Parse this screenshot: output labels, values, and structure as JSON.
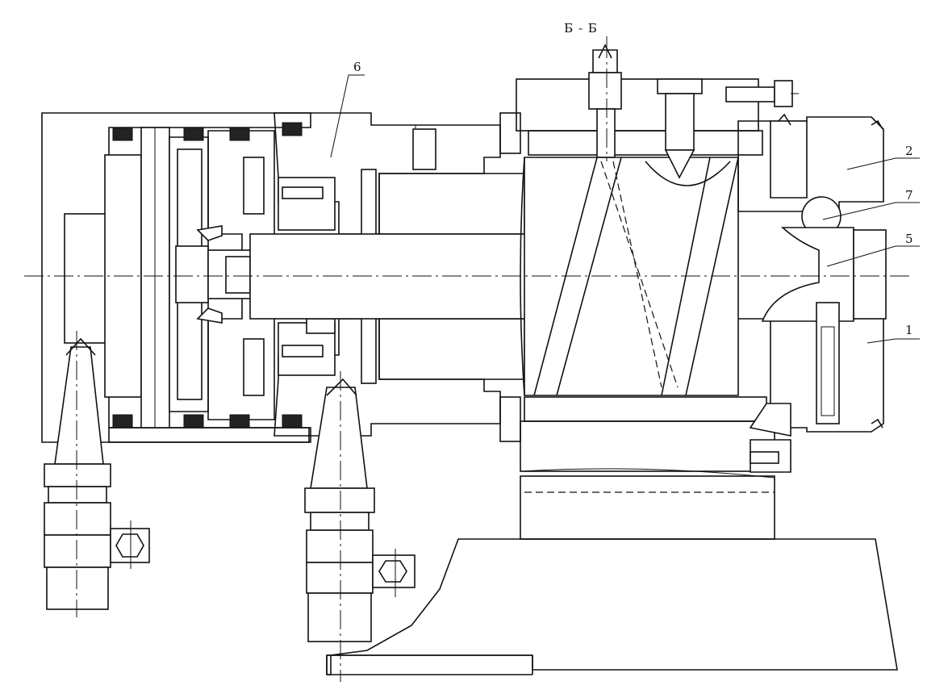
{
  "drawing": {
    "section_title": "Б - Б",
    "part_labels": [
      "6",
      "2",
      "7",
      "5",
      "1"
    ]
  }
}
